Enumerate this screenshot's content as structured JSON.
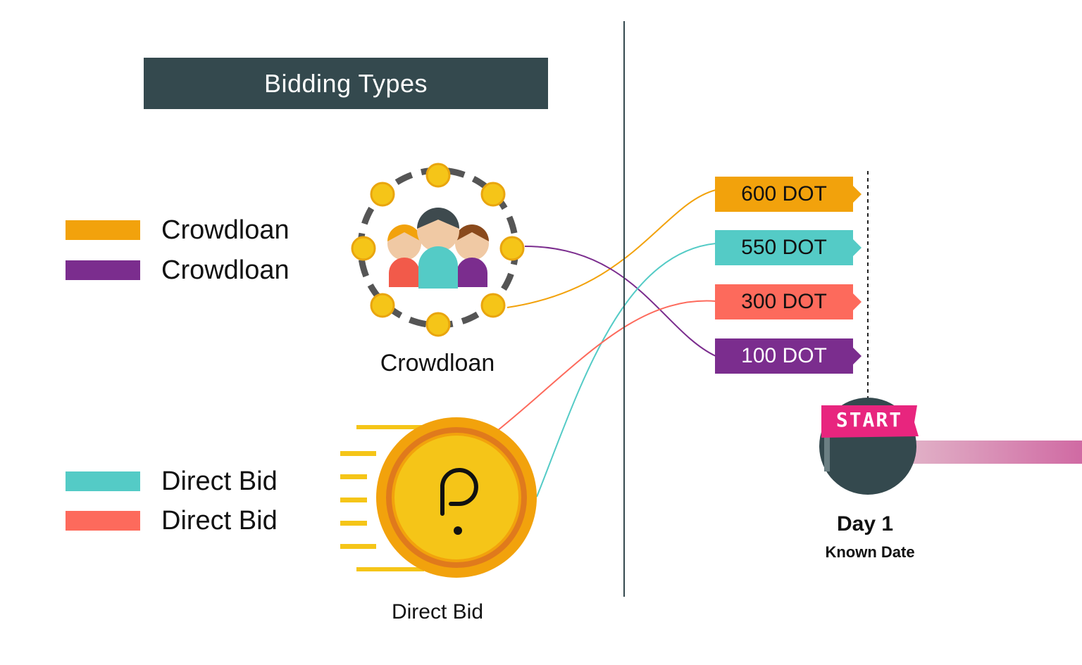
{
  "title": "Bidding Types",
  "legend": [
    {
      "label": "Crowdloan",
      "color": "#f2a20c"
    },
    {
      "label": "Crowdloan",
      "color": "#7b2d8e"
    },
    {
      "label": "Direct Bid",
      "color": "#54cbc6"
    },
    {
      "label": "Direct Bid",
      "color": "#fd6a5c"
    }
  ],
  "crowdloan_caption": "Crowdloan",
  "direct_bid_caption": "Direct Bid",
  "bids": [
    {
      "label": "600 DOT",
      "color": "#f2a20c",
      "text_color": "#111111"
    },
    {
      "label": "550 DOT",
      "color": "#54cbc6",
      "text_color": "#111111"
    },
    {
      "label": "300 DOT",
      "color": "#fd6a5c",
      "text_color": "#111111"
    },
    {
      "label": "100 DOT",
      "color": "#7b2d8e",
      "text_color": "#ffffff"
    }
  ],
  "start_label": "START",
  "day_label": "Day 1",
  "day_sublabel": "Known Date",
  "icons": {
    "crowdloan": "people-group-with-coins-icon",
    "direct_bid": "polkadot-coin-icon",
    "start": "start-flag-ball-icon"
  }
}
